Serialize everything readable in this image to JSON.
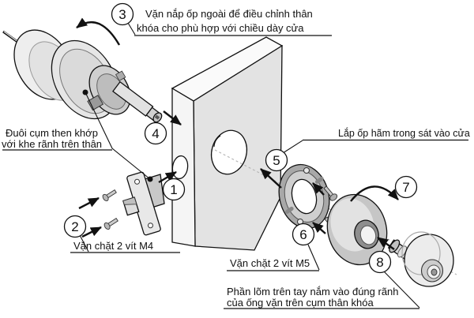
{
  "figure": {
    "type": "exploded-assembly-instruction-diagram",
    "subject": "tubular door knob lockset installation",
    "language": "vi"
  },
  "steps": [
    {
      "num": "1"
    },
    {
      "num": "2",
      "label": "Vặn chặt 2 vít M4"
    },
    {
      "num": "3",
      "label_line1": "Vặn nắp ốp ngoài để điều chỉnh thân",
      "label_line2": "khóa cho phù hợp với chiều dày cửa"
    },
    {
      "num": "4"
    },
    {
      "num": "5",
      "label": "Lắp ốp hãm trong sát vào cửa"
    },
    {
      "num": "6",
      "label": "Vặn chặt 2 vít M5"
    },
    {
      "num": "7"
    },
    {
      "num": "8",
      "label_line1": "Phần lõm trên tay nắm vào đúng rãnh",
      "label_line2": "của ống vặn trên cụm thân khóa"
    }
  ],
  "notes": {
    "latch_tail_line1": "Đuôi cụm then khớp",
    "latch_tail_line2": "với khe rãnh trên thân"
  },
  "colors": {
    "background": "#ffffff",
    "line": "#111111",
    "door_front_face": "#e3e3e3",
    "door_edge_face": "#f5f5f5",
    "part_light": "#ececec",
    "part_mid": "#cfcfcf",
    "part_dark": "#a8a8a8",
    "axis_dash": "#b5b5b5"
  }
}
